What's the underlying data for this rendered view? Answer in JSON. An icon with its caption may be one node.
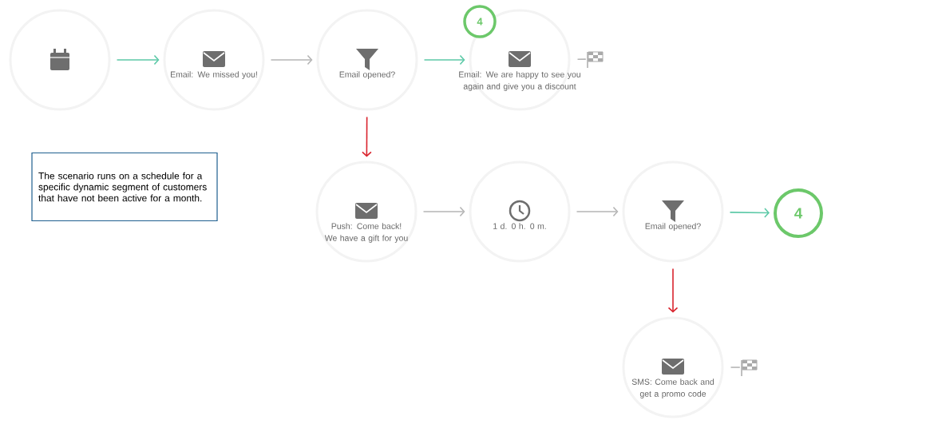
{
  "diagram": {
    "nodes": [
      {
        "text": [],
        "shape": "circle"
      },
      {
        "text": [
          "Email: We missed you!"
        ]
      },
      {
        "text": [
          "Email opened?"
        ]
      },
      {
        "text": [
          "Email: We are happy to see you again and give you a discount"
        ]
      },
      {
        "text": [
          "4"
        ]
      },
      {
        "text": [],
        "shape": "flag"
      },
      {
        "text": [
          "Push: Come back! We have a gift for you"
        ]
      },
      {
        "text": [
          "1 d. 0 h. 0 m."
        ]
      },
      {
        "text": [
          "Email opened?"
        ]
      },
      {
        "text": [
          "4"
        ]
      },
      {
        "text": [
          "SMS: Come back and get a promo code"
        ]
      },
      {
        "text": [],
        "shape": "flag"
      },
      {
        "text": [
          "The scenario runs on a schedule for a specific dynamic segment of customers that have not been active for a month."
        ]
      }
    ],
    "edges": [
      {
        "from": 0,
        "to": 1,
        "arrow": "to",
        "color": "#5cc9a7"
      },
      {
        "from": 1,
        "to": 2,
        "arrow": "to"
      },
      {
        "from": 2,
        "to": 3,
        "arrow": "to",
        "color": "#5cc9a7"
      },
      {
        "from": 3,
        "to": 5,
        "arrow": "none"
      },
      {
        "from": 2,
        "to": 6,
        "arrow": "to",
        "color": "#d9232d"
      },
      {
        "from": 6,
        "to": 7,
        "arrow": "to"
      },
      {
        "from": 7,
        "to": 8,
        "arrow": "to"
      },
      {
        "from": 8,
        "to": 9,
        "arrow": "to",
        "color": "#5cc9a7"
      },
      {
        "from": 8,
        "to": 10,
        "arrow": "to",
        "color": "#d9232d"
      },
      {
        "from": 10,
        "to": 11,
        "arrow": "none"
      }
    ]
  }
}
